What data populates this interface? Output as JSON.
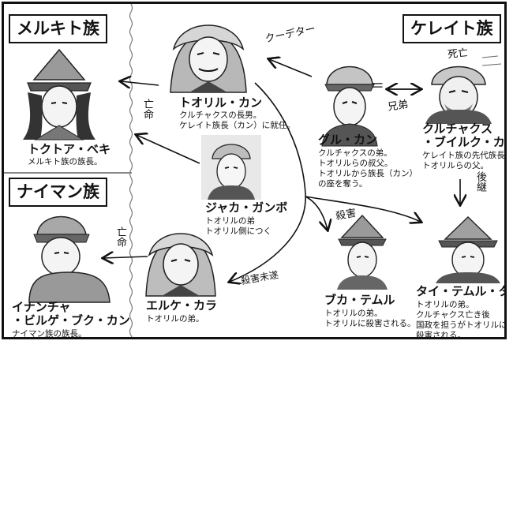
{
  "tribes": {
    "merkit": "メルキト族",
    "kerait": "ケレイト族",
    "naiman": "ナイマン族"
  },
  "persons": {
    "toghrul": {
      "name": "トオリル・カン",
      "desc": [
        "クルチャクスの長男。",
        "ケレイト族長（カン）に就任。"
      ]
    },
    "tokhtoa": {
      "name": "トクトア・ベキ",
      "desc": [
        "メルキト族の族長。"
      ]
    },
    "gur_khan": {
      "name": "グル・カン",
      "desc": [
        "クルチャクスの弟。",
        "トオリルらの叔父。",
        "トオリルから族長（カン）",
        "の座を奪う。"
      ]
    },
    "kurchakus": {
      "name_lines": [
        "クルチャクス",
        "・ブイルク・カン"
      ],
      "desc": [
        "ケレイト族の先代族長。",
        "トオリルらの父。"
      ]
    },
    "jakha": {
      "name": "ジャカ・ガンボ",
      "desc": [
        "トオリルの弟",
        "トオリル側につく"
      ]
    },
    "inancha": {
      "name_lines": [
        "イナンチャ",
        "・ビルゲ・ブク・カン"
      ],
      "desc": [
        "ナイマン族の族長。"
      ]
    },
    "erke": {
      "name": "エルケ・カラ",
      "desc": [
        "トオリルの弟。"
      ]
    },
    "bukha": {
      "name": "ブカ・テムル",
      "desc": [
        "トオリルの弟。",
        "トオリルに殺害される。"
      ]
    },
    "tai": {
      "name": "タイ・テムル・タイシ",
      "desc": [
        "トオリルの弟。",
        "クルチャクス亡き後",
        "国政を担うがトオリルに",
        "殺害される。"
      ]
    }
  },
  "annotations": {
    "coup": "クーデター",
    "dead": "死亡",
    "brother": "兄弟",
    "equal": "＝",
    "exile_1": "亡命",
    "exile_2": "亡命",
    "succeed": "後継",
    "killed": "殺害",
    "kill_escape": "殺害未遂"
  }
}
